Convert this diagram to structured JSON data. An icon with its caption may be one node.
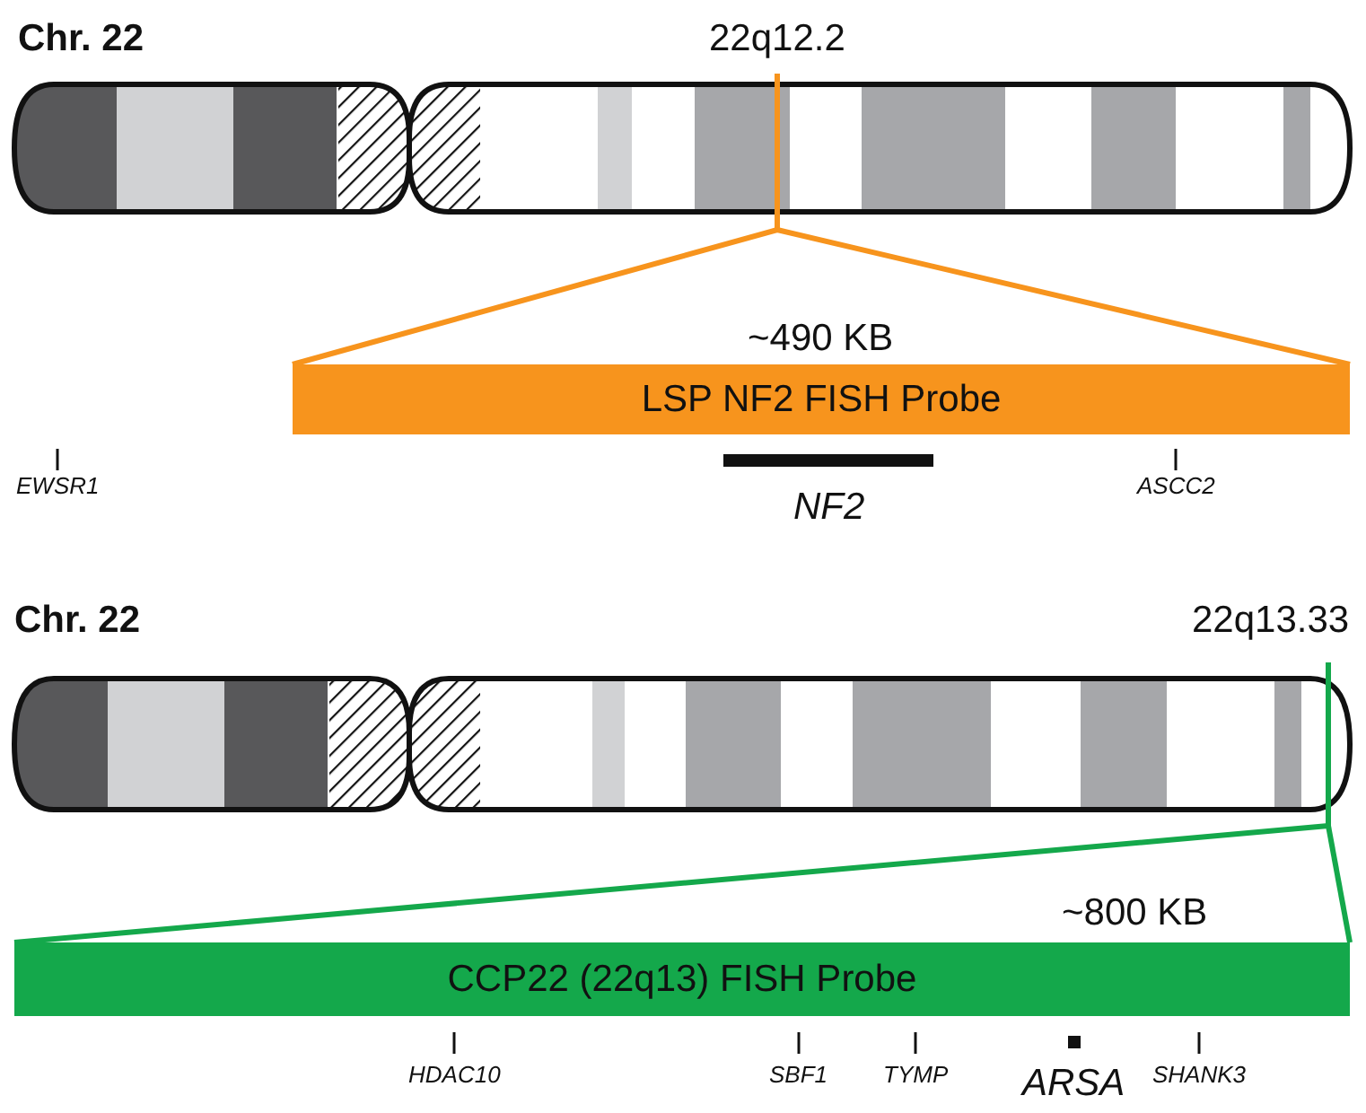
{
  "diagram": {
    "nodes": [
      {
        "text": [],
        "shape": "bar",
        "beside": [
          "Chr. 22",
          "22q12.2"
        ]
      },
      {
        "text": [
          "LSP NF2 FISH Probe"
        ],
        "beside": [
          "~490 KB"
        ]
      },
      {
        "text": [],
        "shape": "bar",
        "beside": [
          "Chr. 22",
          "22q13.33"
        ]
      },
      {
        "text": [
          "CCP22 (22q13) FISH Probe"
        ],
        "beside": [
          "~800 KB"
        ]
      }
    ],
    "edges": [
      {
        "from": 0,
        "to": 1,
        "arrow": "none",
        "color": "#f7941d"
      },
      {
        "from": 0,
        "to": 1,
        "arrow": "none",
        "color": "#f7941d"
      },
      {
        "from": 2,
        "to": 3,
        "arrow": "none",
        "color": "#14a84b"
      },
      {
        "from": 2,
        "to": 3,
        "arrow": "none",
        "color": "#14a84b"
      }
    ],
    "labels": [
      "EWSR1",
      "NF2",
      "ASCC2",
      "HDAC10",
      "SBF1",
      "TYMP",
      "ARSA",
      "SHANK3"
    ]
  }
}
